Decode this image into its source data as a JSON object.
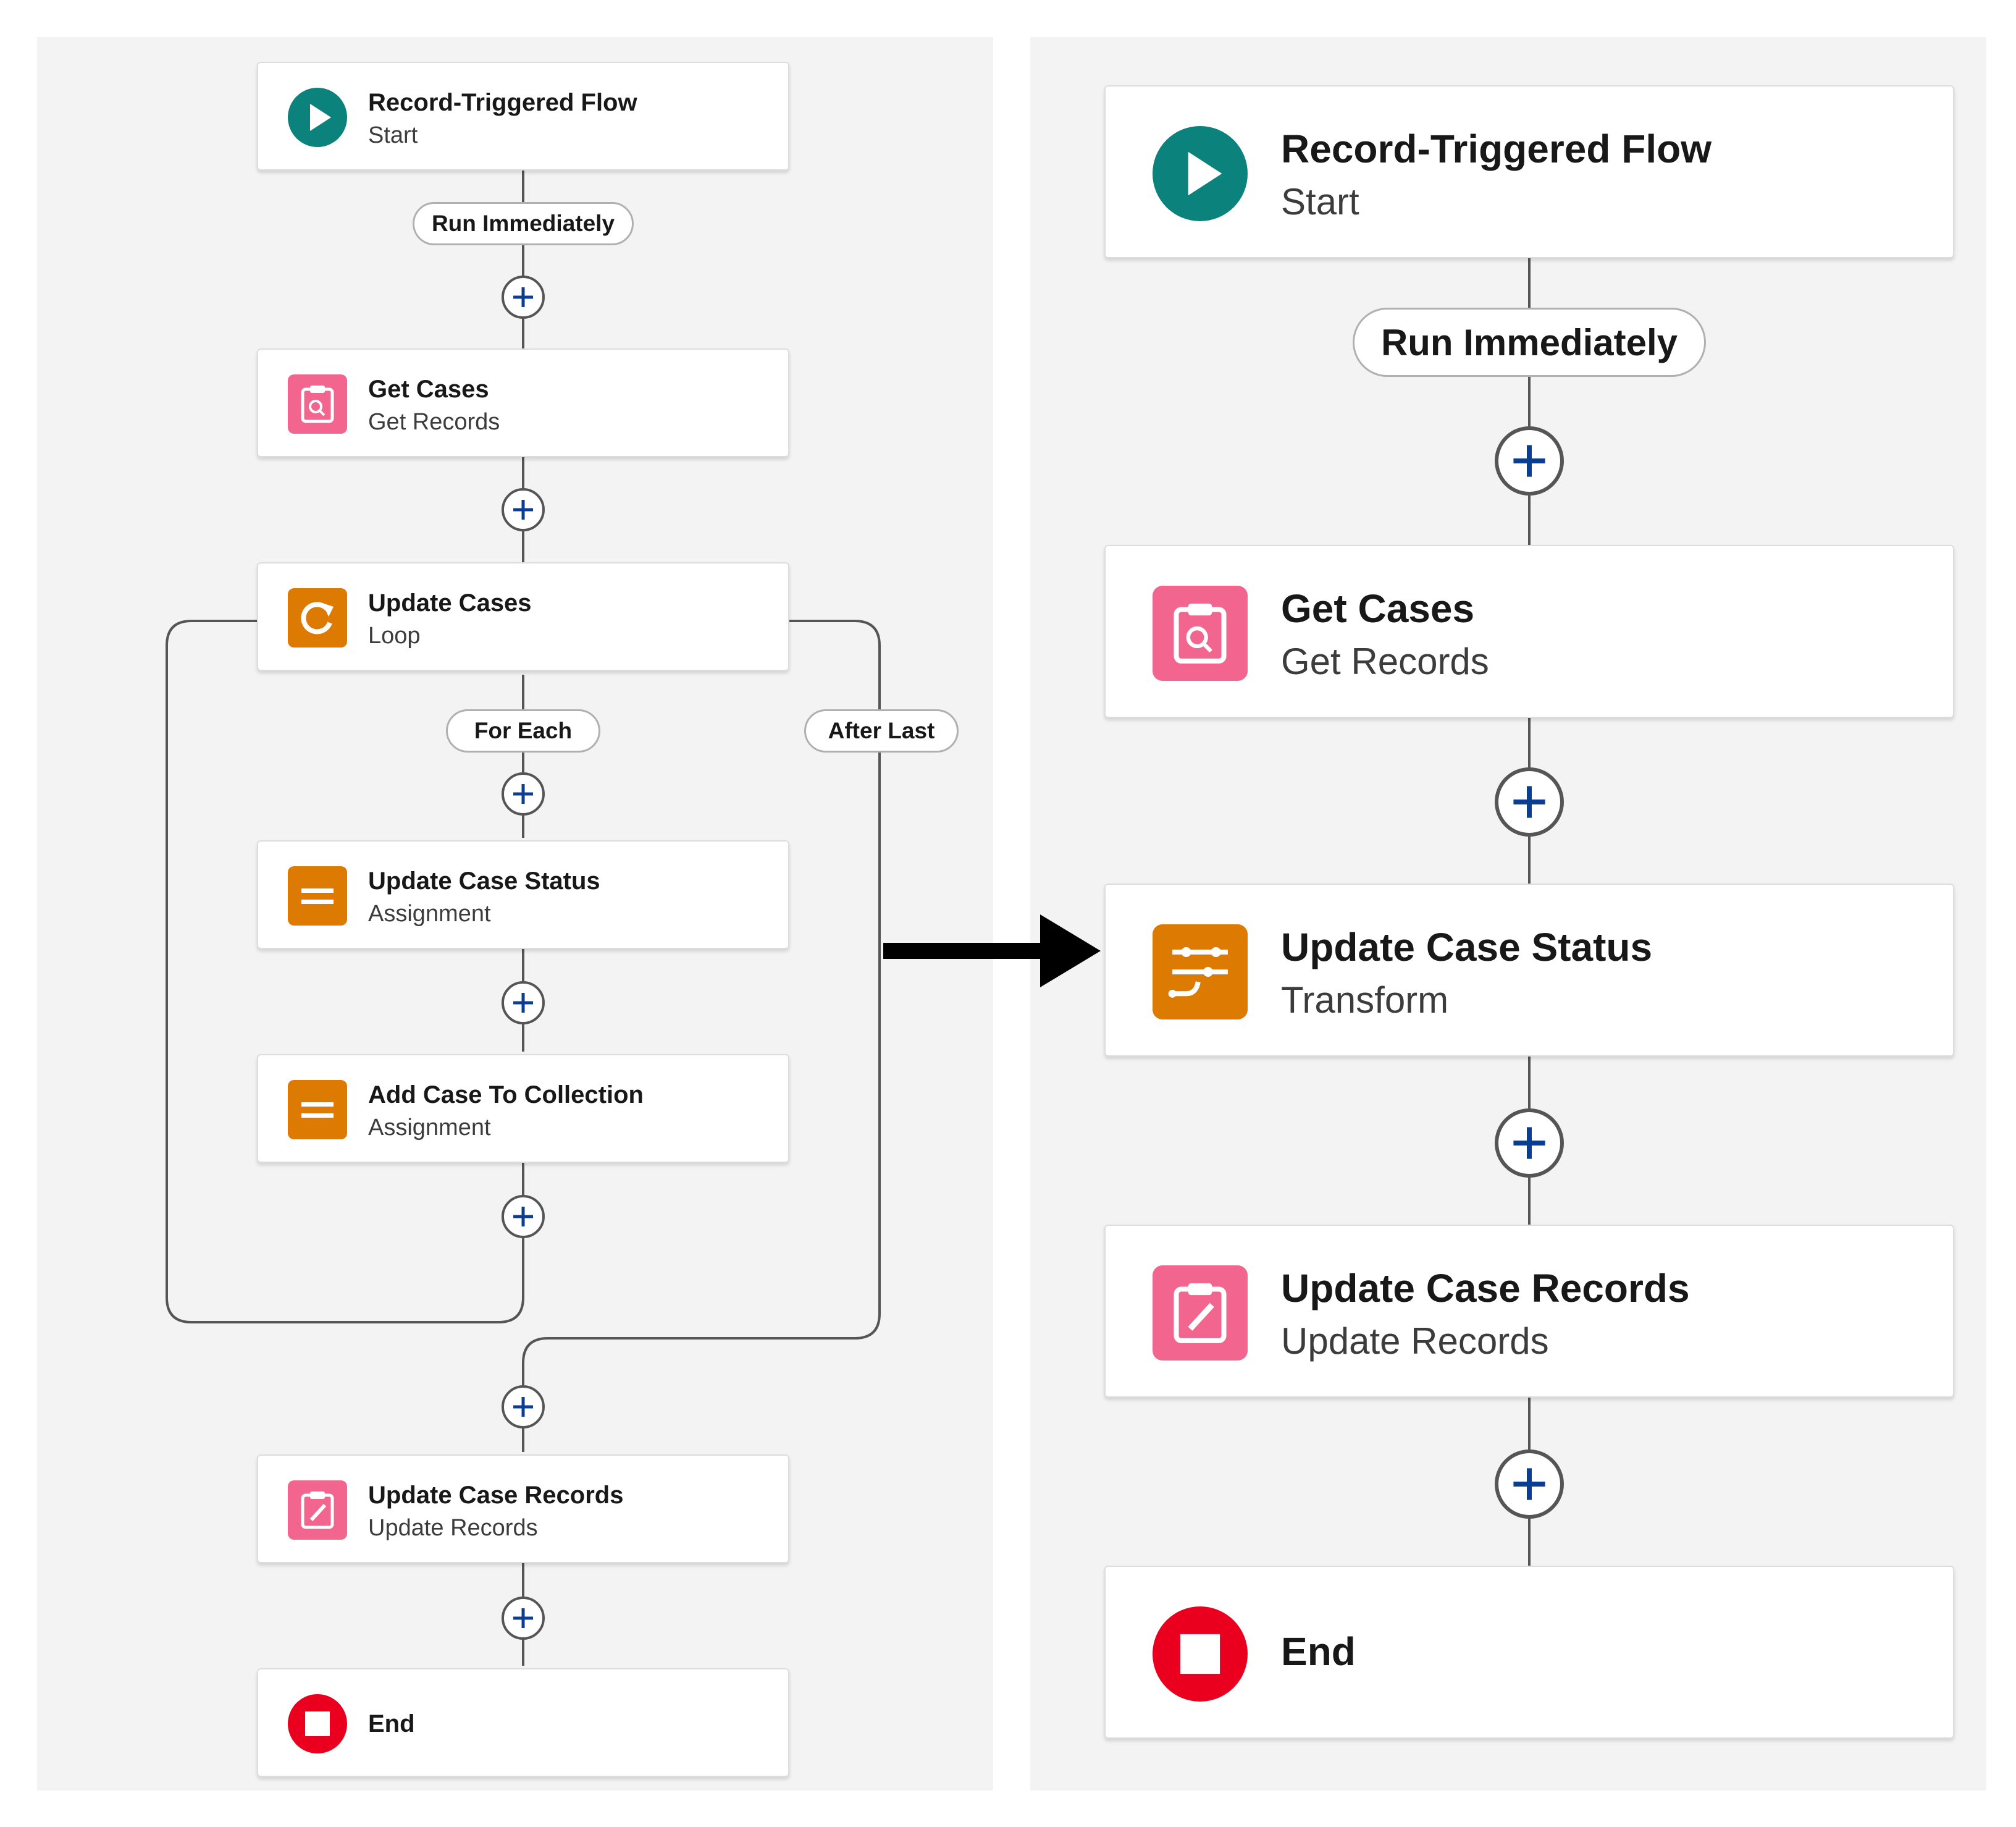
{
  "left_flow": {
    "start": {
      "title": "Record-Triggered Flow",
      "subtitle": "Start",
      "icon": "play-icon"
    },
    "run_immediately": "Run Immediately",
    "get_cases": {
      "title": "Get Cases",
      "subtitle": "Get Records",
      "icon": "clipboard-search-icon"
    },
    "update_cases": {
      "title": "Update Cases",
      "subtitle": "Loop",
      "icon": "loop-icon"
    },
    "for_each": "For Each",
    "after_last": "After Last",
    "update_case_status": {
      "title": "Update Case Status",
      "subtitle": "Assignment",
      "icon": "assignment-icon"
    },
    "add_case": {
      "title": "Add Case To Collection",
      "subtitle": "Assignment",
      "icon": "assignment-icon"
    },
    "update_case_records": {
      "title": "Update Case Records",
      "subtitle": "Update Records",
      "icon": "clipboard-edit-icon"
    },
    "end": {
      "title": "End",
      "icon": "stop-icon"
    }
  },
  "right_flow": {
    "start": {
      "title": "Record-Triggered Flow",
      "subtitle": "Start",
      "icon": "play-icon"
    },
    "run_immediately": "Run Immediately",
    "get_cases": {
      "title": "Get Cases",
      "subtitle": "Get Records",
      "icon": "clipboard-search-icon"
    },
    "update_case_status": {
      "title": "Update Case Status",
      "subtitle": "Transform",
      "icon": "transform-icon"
    },
    "update_case_records": {
      "title": "Update Case Records",
      "subtitle": "Update Records",
      "icon": "clipboard-edit-icon"
    },
    "end": {
      "title": "End",
      "icon": "stop-icon"
    }
  },
  "colors": {
    "start": "#0b827c",
    "get_records": "#f2658f",
    "loop_assignment_transform": "#dd7a01",
    "end": "#ea001e",
    "plus": "#0b3d91",
    "connector": "#555555"
  }
}
